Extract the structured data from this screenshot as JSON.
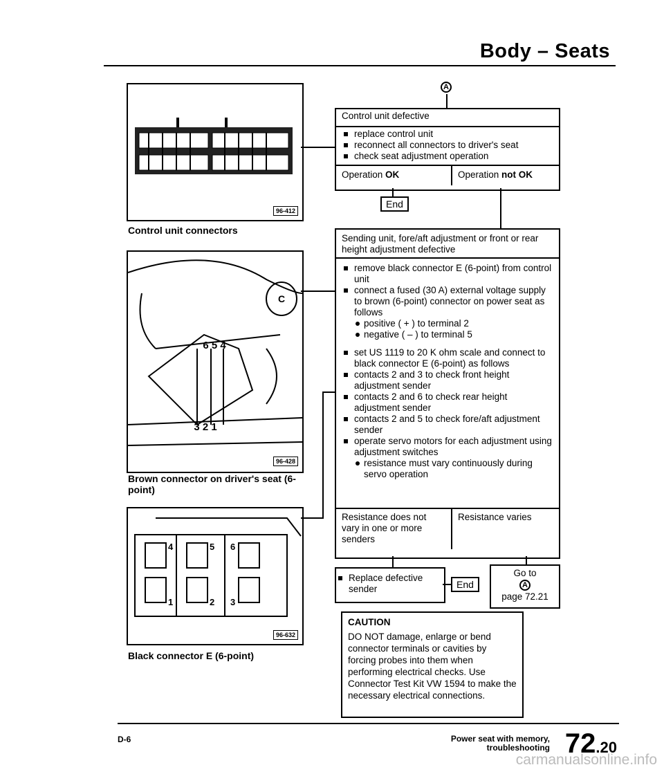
{
  "header": {
    "title": "Body – Seats"
  },
  "figures": [
    {
      "caption": "Control unit connectors",
      "fig_id": "96-412"
    },
    {
      "caption": "Brown connector on driver's seat (6-point)",
      "fig_id": "96-428",
      "label_top": "6 5 4",
      "label_bottom": "3 2 1",
      "label_c": "C"
    },
    {
      "caption": "Black connector E (6-point)",
      "fig_id": "96-632",
      "pins": [
        "4",
        "5",
        "6",
        "1",
        "2",
        "3"
      ]
    }
  ],
  "flow": {
    "marker": "A",
    "box1": {
      "title": "Control unit defective",
      "steps": [
        "replace control unit",
        "reconnect all connectors to driver's seat",
        "check seat adjustment operation"
      ],
      "ok_prefix": "Operation ",
      "ok_bold": "OK",
      "notok_prefix": "Operation ",
      "notok_bold": "not OK"
    },
    "end_label": "End",
    "box2": {
      "title": "Sending unit, fore/aft adjustment or front or rear height adjustment defective",
      "group1": [
        "remove black connector E (6-point) from control unit",
        "connect a fused (30 A) external voltage supply to brown (6-point) connector on power seat as follows"
      ],
      "group1_sub": [
        "positive ( + ) to terminal 2",
        "negative ( – ) to terminal 5"
      ],
      "group2": [
        "set US 1119 to 20 K ohm scale and connect to black connector E (6-point) as follows",
        "contacts 2 and 3 to check front height adjustment sender",
        "contacts 2 and 6 to check rear height adjustment sender",
        "contacts 2 and 5 to check fore/aft adjustment sender",
        "operate servo motors for each adjustment using adjustment switches"
      ],
      "group2_sub": [
        "resistance must vary continuously during servo operation"
      ],
      "left_result": "Resistance does not vary in one or more senders",
      "right_result": "Resistance varies"
    },
    "replace_step": "Replace defective sender",
    "goto": {
      "text": "Go to",
      "marker": "A",
      "page": "page 72.21"
    },
    "caution": {
      "title": "CAUTION",
      "text": "DO NOT damage, enlarge or bend connector terminals or cavities by forcing probes into them when performing electrical checks. Use Connector Test Kit VW 1594 to make the necessary electrical connections."
    }
  },
  "footer": {
    "code": "D-6",
    "desc_line1": "Power seat with memory,",
    "desc_line2": "troubleshooting",
    "page_main": "72",
    "page_sub": ".20"
  },
  "watermark": "carmanualsonline.info"
}
